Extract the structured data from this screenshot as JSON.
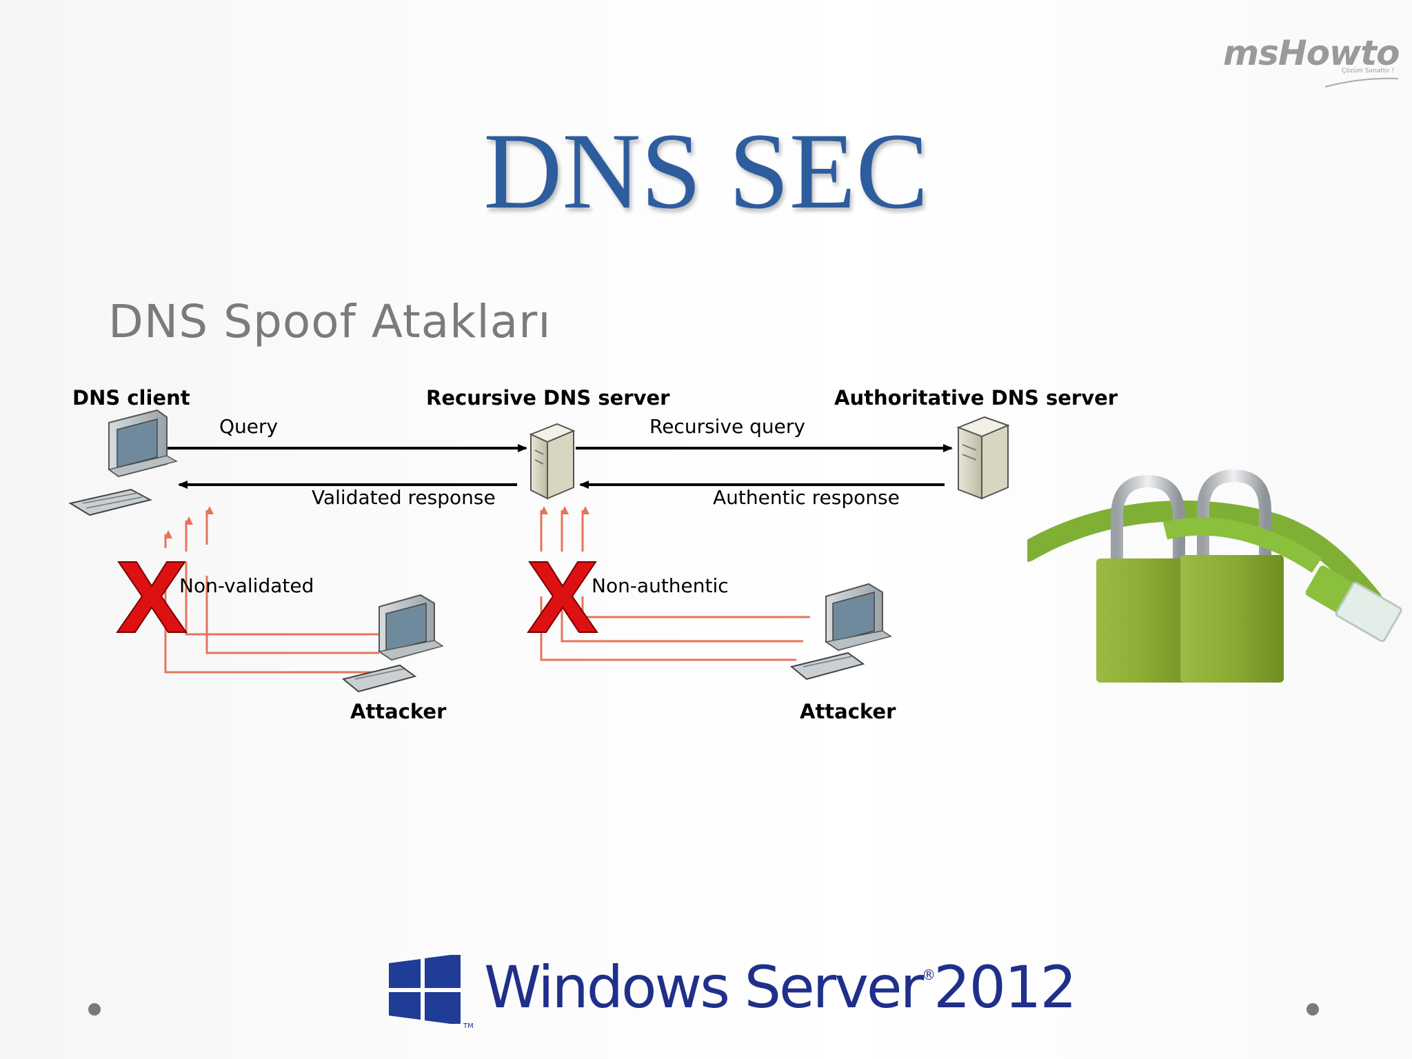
{
  "logo": {
    "brand": "msHowto",
    "tagline": "Çözüm Sanattır !"
  },
  "slide": {
    "title": "DNS SEC",
    "subtitle": "DNS Spoof Atakları"
  },
  "diagram": {
    "nodes": {
      "client": "DNS client",
      "recursive": "Recursive DNS server",
      "authoritative": "Authoritative DNS server",
      "attacker_1": "Attacker",
      "attacker_2": "Attacker"
    },
    "edges": {
      "query": "Query",
      "recursive_query": "Recursive query",
      "validated_response": "Validated response",
      "authentic_response": "Authentic response",
      "non_validated": "Non-validated",
      "non_authentic": "Non-authentic"
    },
    "colors": {
      "attack_line": "#e8735a",
      "blocked_x": "#dd1111",
      "arrow": "#000000"
    }
  },
  "footer": {
    "product": "Windows Server",
    "version": "2012",
    "tm": "TM"
  }
}
